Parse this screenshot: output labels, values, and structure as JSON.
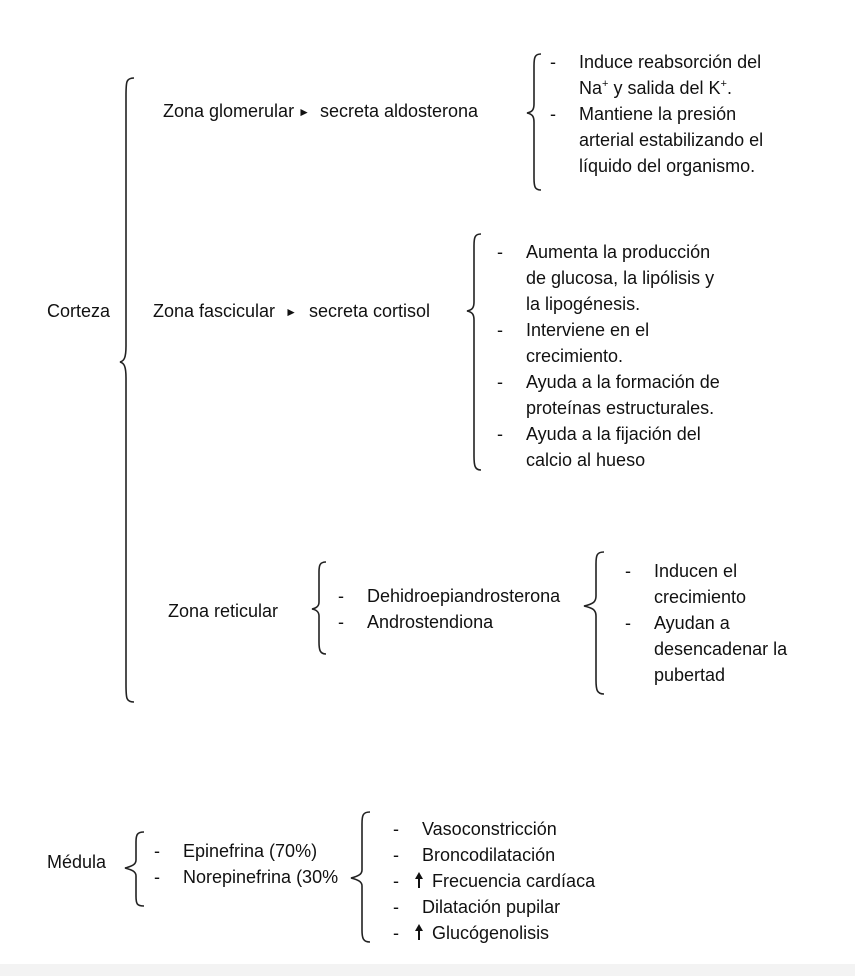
{
  "corteza": {
    "label": "Corteza",
    "glomerular": {
      "zone": "Zona glomerular",
      "secreta": "secreta aldosterona",
      "effects": [
        [
          "Induce reabsorción del",
          "Na+ y salida del K+."
        ],
        [
          "Mantiene la presión",
          "arterial estabilizando el",
          "líquido del organismo."
        ]
      ]
    },
    "fascicular": {
      "zone": "Zona fascicular",
      "secreta": "secreta cortisol",
      "effects": [
        [
          "Aumenta la producción",
          "de glucosa, la lipólisis y",
          "la lipogénesis."
        ],
        [
          "Interviene en el",
          "crecimiento."
        ],
        [
          "Ayuda a la formación de",
          "proteínas estructurales."
        ],
        [
          "Ayuda a la fijación del",
          "calcio al hueso"
        ]
      ]
    },
    "reticular": {
      "zone": "Zona reticular",
      "hormones": [
        "Dehidroepiandrosterona",
        "Androstendiona"
      ],
      "effects": [
        [
          "Inducen el",
          "crecimiento"
        ],
        [
          "Ayudan a",
          "desencadenar la",
          "pubertad"
        ]
      ]
    }
  },
  "medula": {
    "label": "Médula",
    "hormones": [
      "Epinefrina (70%)",
      "Norepinefrina (30%"
    ],
    "effects": [
      {
        "text": "Vasoconstricción",
        "up": false
      },
      {
        "text": "Broncodilatación",
        "up": false
      },
      {
        "text": "Frecuencia cardíaca",
        "up": true
      },
      {
        "text": "Dilatación pupilar",
        "up": false
      },
      {
        "text": "Glucógenolisis",
        "up": true
      }
    ]
  },
  "symbols": {
    "dash": "-",
    "arrow": "►",
    "sup_plus": "+"
  },
  "icons": {
    "zone-arrow": "right-triangle-icon",
    "increase": "up-arrow-icon"
  }
}
